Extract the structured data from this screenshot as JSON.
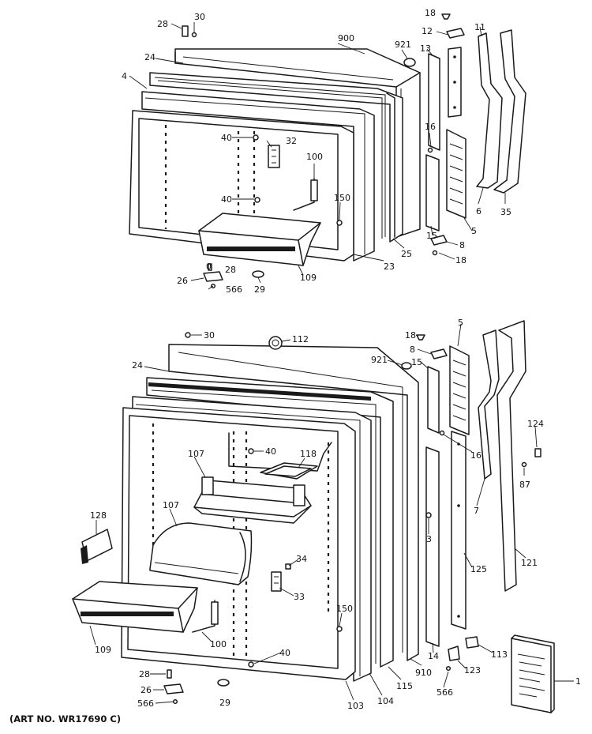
{
  "art_number": "(ART NO. WR17690 C)",
  "upper_door": {
    "part_labels": {
      "p28": "28",
      "p30": "30",
      "p900": "900",
      "p921": "921",
      "p18a": "18",
      "p12": "12",
      "p11": "11",
      "p13": "13",
      "p24": "24",
      "p4": "4",
      "p40a": "40",
      "p32": "32",
      "p100": "100",
      "p40b": "40",
      "p16": "16",
      "p150": "150",
      "p6": "6",
      "p35": "35",
      "p5": "5",
      "p15": "15",
      "p8": "8",
      "p25": "25",
      "p18b": "18",
      "p23": "23",
      "p109": "109",
      "p0": "0",
      "p28b": "28",
      "p26": "26",
      "p566": "566",
      "p29": "29"
    }
  },
  "lower_door": {
    "part_labels": {
      "p30": "30",
      "p112": "112",
      "p18": "18",
      "p5": "5",
      "p8": "8",
      "p921": "921",
      "p15": "15",
      "p24": "24",
      "p16": "16",
      "p124": "124",
      "p87": "87",
      "p40a": "40",
      "p107a": "107",
      "p118": "118",
      "p107b": "107",
      "p128": "128",
      "p7": "7",
      "p3": "3",
      "p34": "34",
      "p33": "33",
      "p125": "125",
      "p121": "121",
      "p150": "150",
      "p109": "109",
      "p100": "100",
      "p40b": "40",
      "p113": "113",
      "p123": "123",
      "p28": "28",
      "p14": "14",
      "p910": "910",
      "p115": "115",
      "p104": "104",
      "p103": "103",
      "p26": "26",
      "p29": "29",
      "p566a": "566",
      "p566b": "566",
      "p1": "1"
    }
  }
}
